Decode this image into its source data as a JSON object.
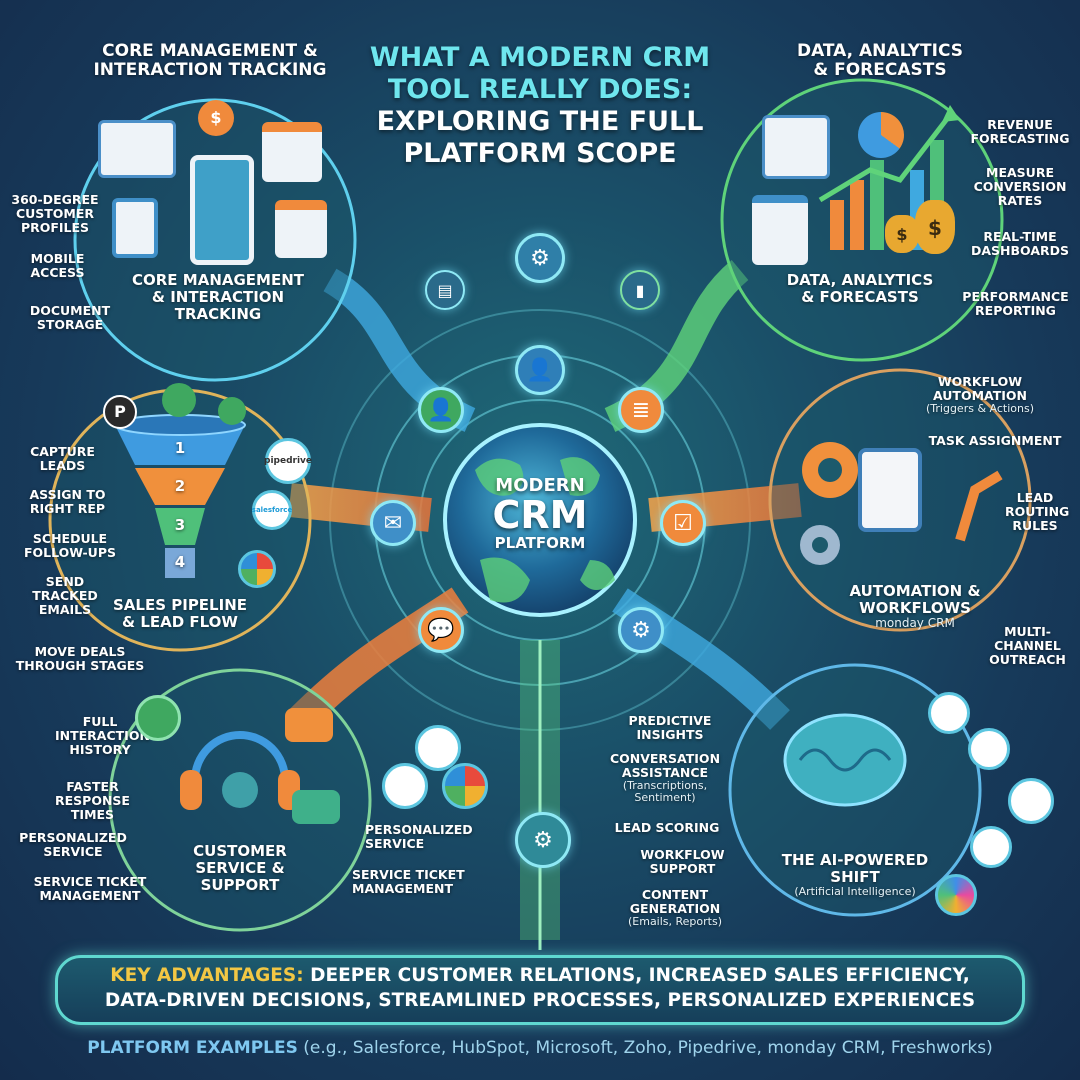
{
  "title": {
    "line1": "WHAT A MODERN CRM",
    "line2": "TOOL REALLY DOES:",
    "line3": "EXPLORING THE FULL",
    "line4": "PLATFORM SCOPE"
  },
  "center": {
    "line1": "MODERN",
    "line2": "CRM",
    "line3": "PLATFORM"
  },
  "colors": {
    "background": "#173a5a",
    "title_accent": "#6fe6ee",
    "key_advantages": "#f2c744",
    "flow_blue": "#3fa9e0",
    "flow_green": "#5fd37a",
    "flow_orange": "#f08a3c"
  },
  "sections": {
    "core": {
      "heading_line1": "CORE MANAGEMENT &",
      "heading_line2": "INTERACTION TRACKING",
      "inner_line1": "CORE MANAGEMENT",
      "inner_line2": "& INTERACTION",
      "inner_line3": "TRACKING",
      "features": [
        "360-DEGREE CUSTOMER PROFILES",
        "MOBILE ACCESS",
        "DOCUMENT STORAGE"
      ],
      "icons": [
        "contact-card-icon",
        "dollar-coin-icon",
        "calendar-contact-icon",
        "smartphone-user-icon",
        "tablet-user-icon",
        "calendar-icon"
      ]
    },
    "analytics": {
      "heading_line1": "DATA, ANALYTICS",
      "heading_line2": "& FORECASTS",
      "inner_line1": "DATA, ANALYTICS",
      "inner_line2": "& FORECASTS",
      "features": [
        "REVENUE FORECASTING",
        "MEASURE CONVERSION RATES",
        "REAL-TIME DASHBOARDS",
        "PERFORMANCE REPORTING"
      ]
    },
    "sales": {
      "inner_line1": "SALES PIPELINE",
      "inner_line2": "& LEAD FLOW",
      "features": [
        "CAPTURE LEADS",
        "ASSIGN TO RIGHT REP",
        "SCHEDULE FOLLOW-UPS",
        "SEND TRACKED EMAILS",
        "MOVE DEALS THROUGH STAGES"
      ],
      "funnel_stages": [
        "1",
        "2",
        "3",
        "4"
      ],
      "logos": [
        "pipedrive",
        "salesforce",
        "zoho"
      ]
    },
    "automation": {
      "inner_line1": "AUTOMATION &",
      "inner_line2": "WORKFLOWS",
      "brand": "monday CRM",
      "features": [
        "WORKFLOW AUTOMATION",
        "(Triggers & Actions)",
        "TASK ASSIGNMENT",
        "LEAD ROUTING RULES",
        "MULTI-CHANNEL OUTREACH"
      ]
    },
    "service": {
      "inner_line1": "CUSTOMER",
      "inner_line2": "SERVICE &",
      "inner_line3": "SUPPORT",
      "features": [
        "FULL INTERACTION HISTORY",
        "FASTER RESPONSE TIMES",
        "PERSONALIZED SERVICE",
        "SERVICE TICKET MANAGEMENT"
      ],
      "side_features": [
        "PERSONALIZED SERVICE",
        "SERVICE TICKET MANAGEMENT"
      ],
      "logos": [
        "freshworks",
        "hubspot",
        "zoho"
      ]
    },
    "ai": {
      "inner_line1": "THE AI-POWERED",
      "inner_line2": "SHIFT",
      "inner_sub": "(Artificial Intelligence)",
      "features": [
        "PREDICTIVE INSIGHTS",
        "CONVERSATION ASSISTANCE",
        "(Transcriptions, Sentiment)",
        "LEAD SCORING",
        "WORKFLOW SUPPORT",
        "CONTENT GENERATION",
        "(Emails, Reports)"
      ],
      "logos": [
        "monday",
        "openai",
        "salesforce-einstein",
        "dynamics",
        "copilot"
      ]
    }
  },
  "hub_nodes": [
    "gear-icon",
    "user-icon",
    "user-settings-icon",
    "database-icon",
    "mail-icon",
    "clipboard-icon",
    "chat-icon",
    "gear-icon",
    "document-icon",
    "bar-chart-icon"
  ],
  "banner": {
    "key_label": "KEY ADVANTAGES:",
    "line1_rest": " DEEPER CUSTOMER RELATIONS, INCREASED SALES EFFICIENCY,",
    "line2": "DATA-DRIVEN DECISIONS, STREAMLINED PROCESSES, PERSONALIZED EXPERIENCES"
  },
  "platforms": {
    "label": "PLATFORM EXAMPLES",
    "list": " (e.g., Salesforce, HubSpot, Microsoft, Zoho, Pipedrive, monday CRM, Freshworks)"
  }
}
